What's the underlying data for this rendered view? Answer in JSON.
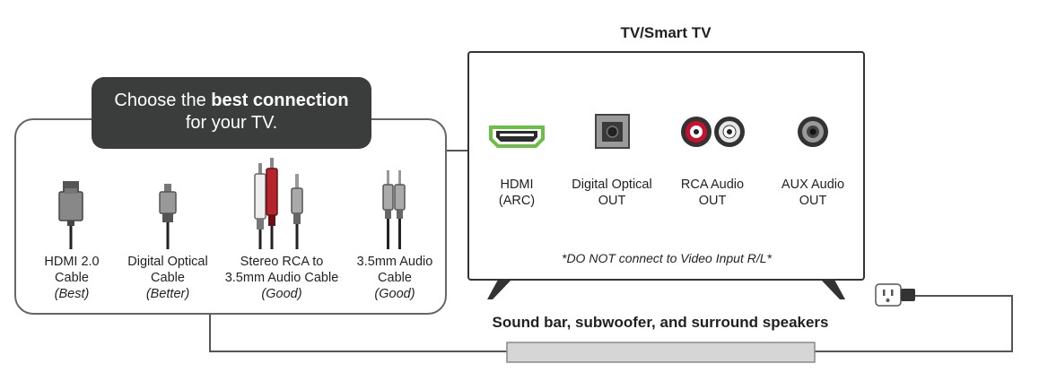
{
  "callout": {
    "line1_prefix": "Choose the ",
    "line1_bold": "best connection",
    "line2": "for your TV."
  },
  "tv": {
    "title": "TV/Smart TV",
    "ports": [
      {
        "line1": "HDMI",
        "line2": "(ARC)",
        "icon": "hdmi-port-icon"
      },
      {
        "line1": "Digital Optical",
        "line2": "OUT",
        "icon": "optical-port-icon"
      },
      {
        "line1": "RCA Audio",
        "line2": "OUT",
        "icon": "rca-port-icon"
      },
      {
        "line1": "AUX Audio",
        "line2": "OUT",
        "icon": "aux-port-icon"
      }
    ],
    "note": "*DO NOT connect to Video Input R/L*"
  },
  "cables": [
    {
      "line1": "HDMI 2.0",
      "line2": "Cable",
      "quality": "(Best)",
      "icon": "hdmi-cable-icon"
    },
    {
      "line1": "Digital Optical",
      "line2": "Cable",
      "quality": "(Better)",
      "icon": "optical-cable-icon"
    },
    {
      "line1": "Stereo RCA to",
      "line2": "3.5mm Audio Cable",
      "quality": "(Good)",
      "icon": "rca-cable-icon"
    },
    {
      "line1": "3.5mm Audio",
      "line2": "Cable",
      "quality": "(Good)",
      "icon": "aux-cable-icon"
    }
  ],
  "soundbar": {
    "title": "Sound bar, subwoofer, and surround speakers"
  },
  "colors": {
    "hdmi_highlight": "#6cbf45",
    "rca_red": "#c8102e",
    "dark": "#3b3c3c",
    "outline": "#555555"
  }
}
